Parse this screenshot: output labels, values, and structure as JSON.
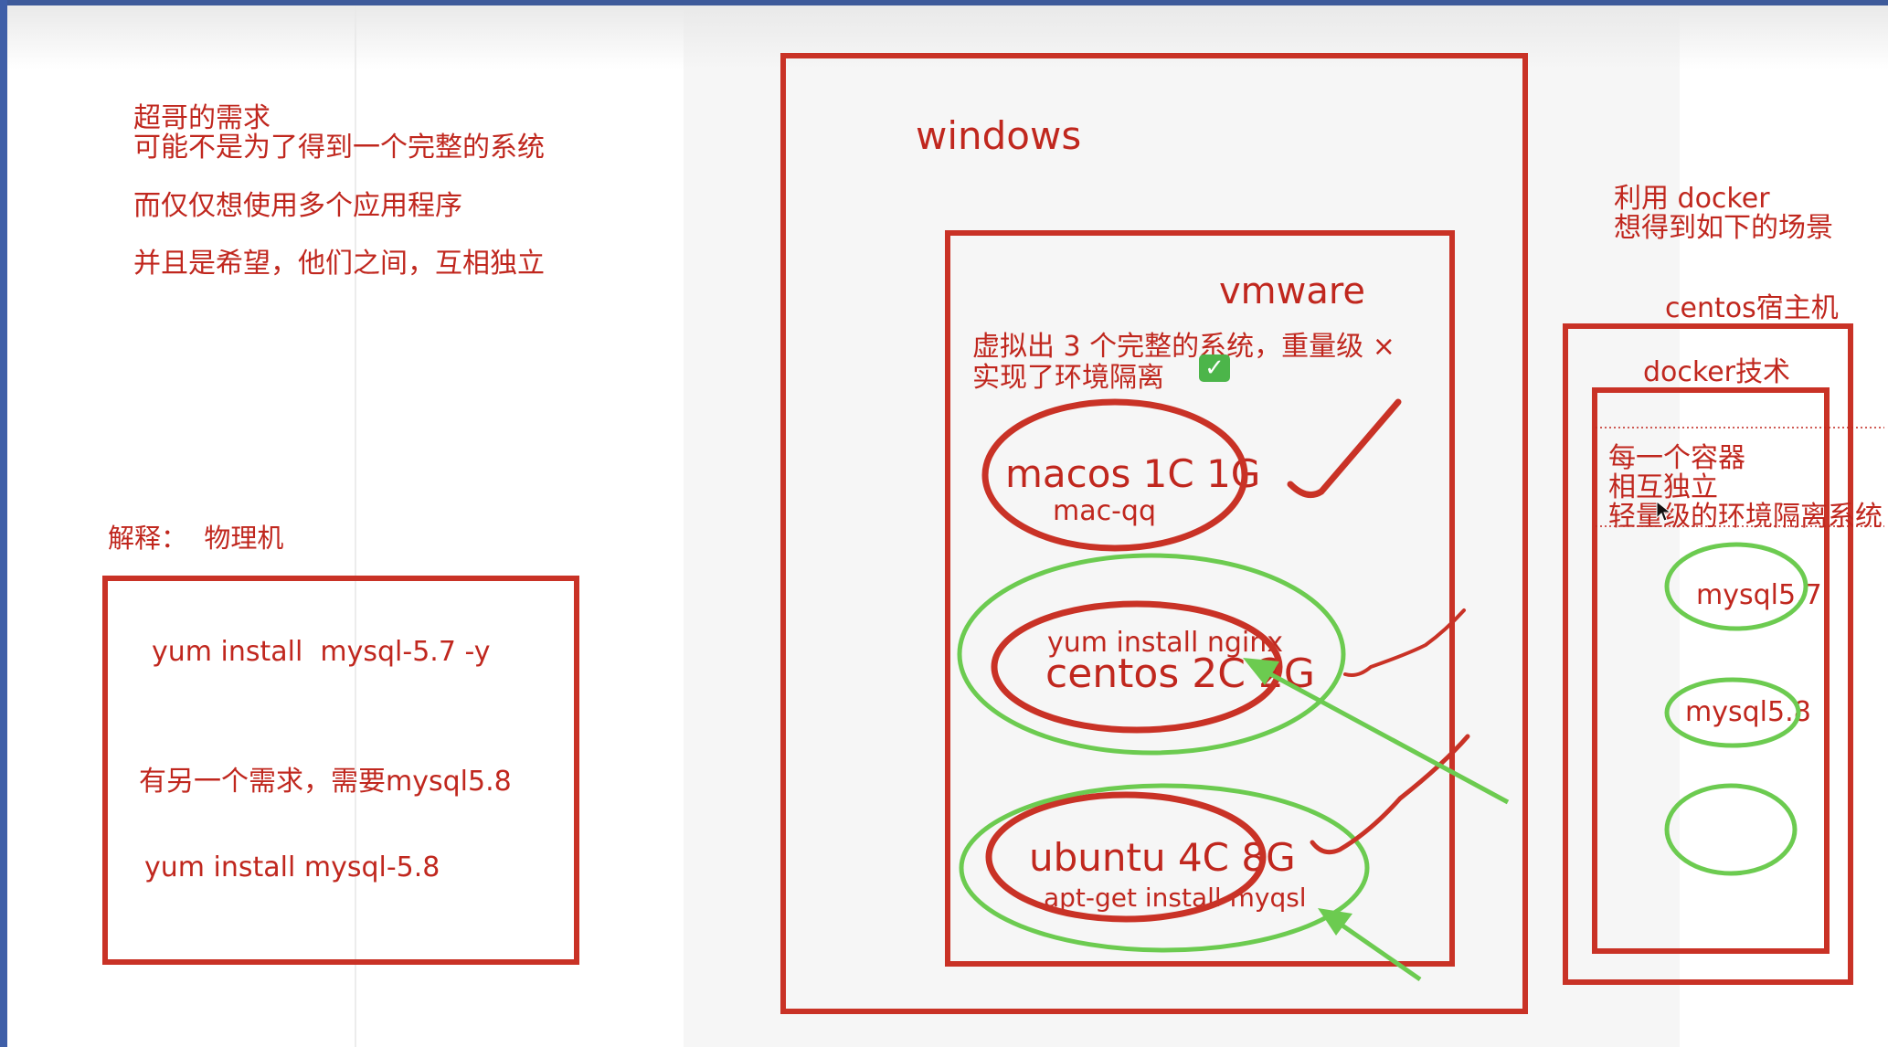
{
  "intro": {
    "line1": "超哥的需求",
    "line2": "可能不是为了得到一个完整的系统",
    "line3": "而仅仅想使用多个应用程序",
    "line4": "并且是希望，他们之间，互相独立"
  },
  "explain": {
    "title": "解释：  物理机",
    "cmd1": "yum install  mysql-5.7 -y",
    "need2": "有另一个需求，需要mysql5.8",
    "cmd2": "yum install mysql-5.8"
  },
  "windows": {
    "title": "windows",
    "vmware": {
      "title": "vmware",
      "desc1": "虚拟出 3 个完整的系统，重量级 ×",
      "desc2": "实现了环境隔离",
      "check_symbol": "✓",
      "vms": [
        {
          "name": "macos 1C 1G",
          "sub": "mac-qq"
        },
        {
          "name": "centos 2C 2G",
          "sub": "yum install nginx"
        },
        {
          "name": "ubuntu 4C 8G",
          "sub": "apt-get install myqsl"
        }
      ]
    }
  },
  "docker": {
    "note1": "利用 docker",
    "note2": "想得到如下的场景",
    "host": "centos宿主机",
    "tech": "docker技术",
    "desc1": "每一个容器",
    "desc2": "相互独立",
    "desc3": "轻量级的环境隔离系统",
    "containers": [
      "mysql5.7",
      "mysql5.8",
      ""
    ]
  },
  "colors": {
    "red": "#c0271e",
    "green": "#6ccb50"
  }
}
